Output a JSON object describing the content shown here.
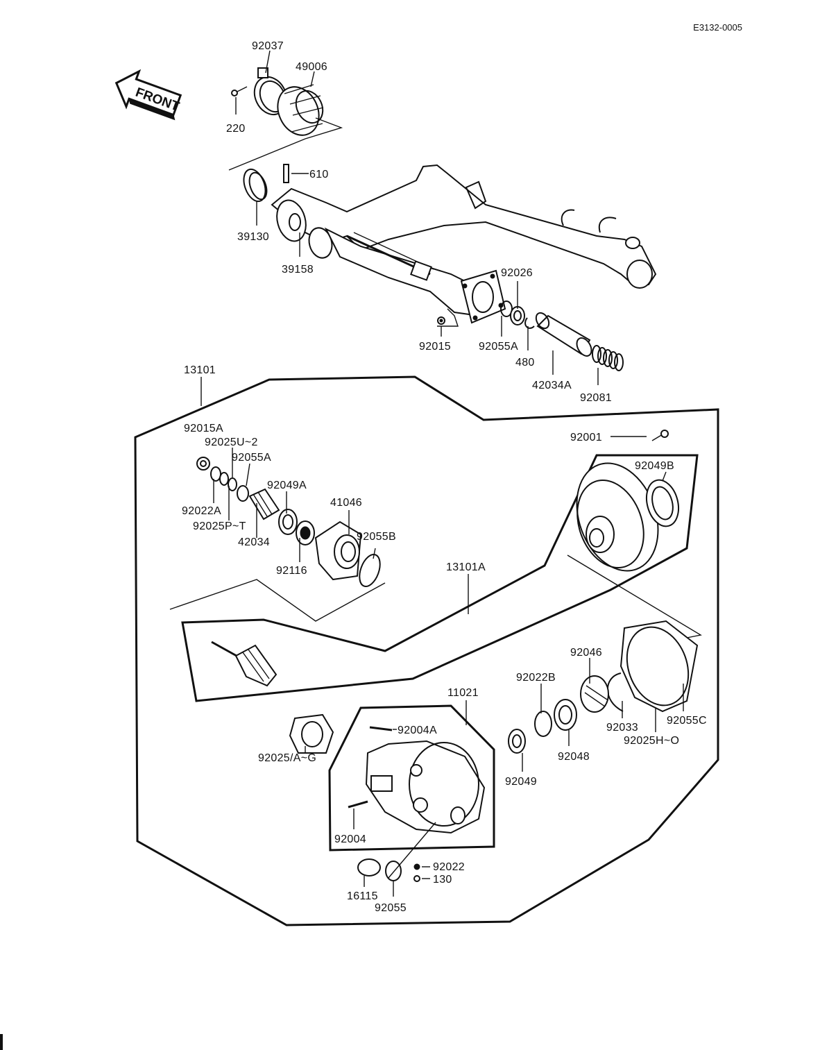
{
  "reference_code": "E3132-0005",
  "front_label": "FRONT",
  "labels": {
    "p92037": "92037",
    "p49006": "49006",
    "p220": "220",
    "p610": "610",
    "p39130": "39130",
    "p39158": "39158",
    "p92026": "92026",
    "p92015": "92015",
    "p92055A_top": "92055A",
    "p480": "480",
    "p42034A": "42034A",
    "p92081": "92081",
    "p13101": "13101",
    "p92015A": "92015A",
    "p92025U2": "92025U~2",
    "p92055A": "92055A",
    "p92049A": "92049A",
    "p41046": "41046",
    "p92022A": "92022A",
    "p92025PT": "92025P~T",
    "p42034": "42034",
    "p92116": "92116",
    "p92055B": "92055B",
    "p13101A": "13101A",
    "p92001": "92001",
    "p92049B": "92049B",
    "p92046": "92046",
    "p92022B": "92022B",
    "p11021": "11021",
    "p92004A": "92004A",
    "p92025AG": "92025/A~G",
    "p92033": "92033",
    "p92055C": "92055C",
    "p92025HO": "92025H~O",
    "p92048": "92048",
    "p92049": "92049",
    "p92004": "92004",
    "p92022": "92022",
    "p130": "130",
    "p16115": "16115",
    "p92055": "92055"
  }
}
